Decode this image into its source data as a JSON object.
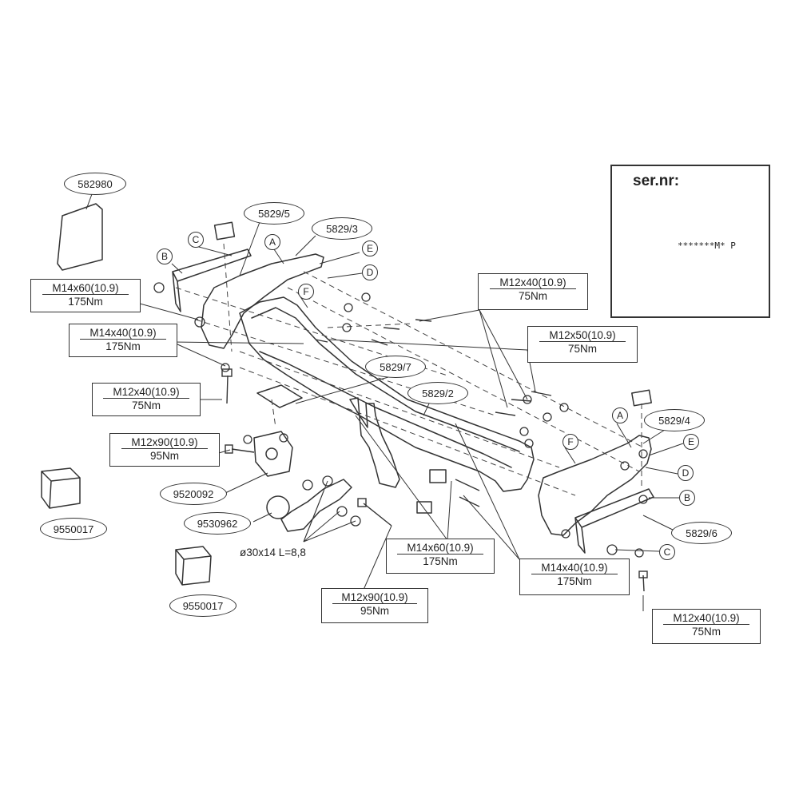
{
  "serial_panel": {
    "label": "ser.nr:",
    "tag_text": "*******M*",
    "tag_letter": "P"
  },
  "part_labels": {
    "p582980": "582980",
    "p5829_5": "5829/5",
    "p5829_3": "5829/3",
    "p5829_7": "5829/7",
    "p5829_2": "5829/2",
    "p5829_4": "5829/4",
    "p5829_6": "5829/6",
    "p9520092": "9520092",
    "p9530962": "9530962",
    "p9550017_a": "9550017",
    "p9550017_b": "9550017"
  },
  "letters": {
    "a_left": "A",
    "b_left": "B",
    "c_left": "C",
    "d_left": "D",
    "e_left": "E",
    "f_left": "F",
    "a_right": "A",
    "b_right": "B",
    "c_right": "C",
    "d_right": "D",
    "e_right": "E",
    "f_right": "F"
  },
  "specs": {
    "m14x60_left": {
      "size": "M14x60(10.9)",
      "torque": "175Nm"
    },
    "m14x40_left": {
      "size": "M14x40(10.9)",
      "torque": "175Nm"
    },
    "m12x40_left": {
      "size": "M12x40(10.9)",
      "torque": "75Nm"
    },
    "m12x90_left": {
      "size": "M12x90(10.9)",
      "torque": "95Nm"
    },
    "m12x40_top": {
      "size": "M12x40(10.9)",
      "torque": "75Nm"
    },
    "m12x50_right": {
      "size": "M12x50(10.9)",
      "torque": "75Nm"
    },
    "m14x60_center": {
      "size": "M14x60(10.9)",
      "torque": "175Nm"
    },
    "m14x40_right": {
      "size": "M14x40(10.9)",
      "torque": "175Nm"
    },
    "m12x90_bottom": {
      "size": "M12x90(10.9)",
      "torque": "95Nm"
    },
    "m12x40_right": {
      "size": "M12x40(10.9)",
      "torque": "75Nm"
    }
  },
  "pin_spec": "ø30x14 L=8,8"
}
